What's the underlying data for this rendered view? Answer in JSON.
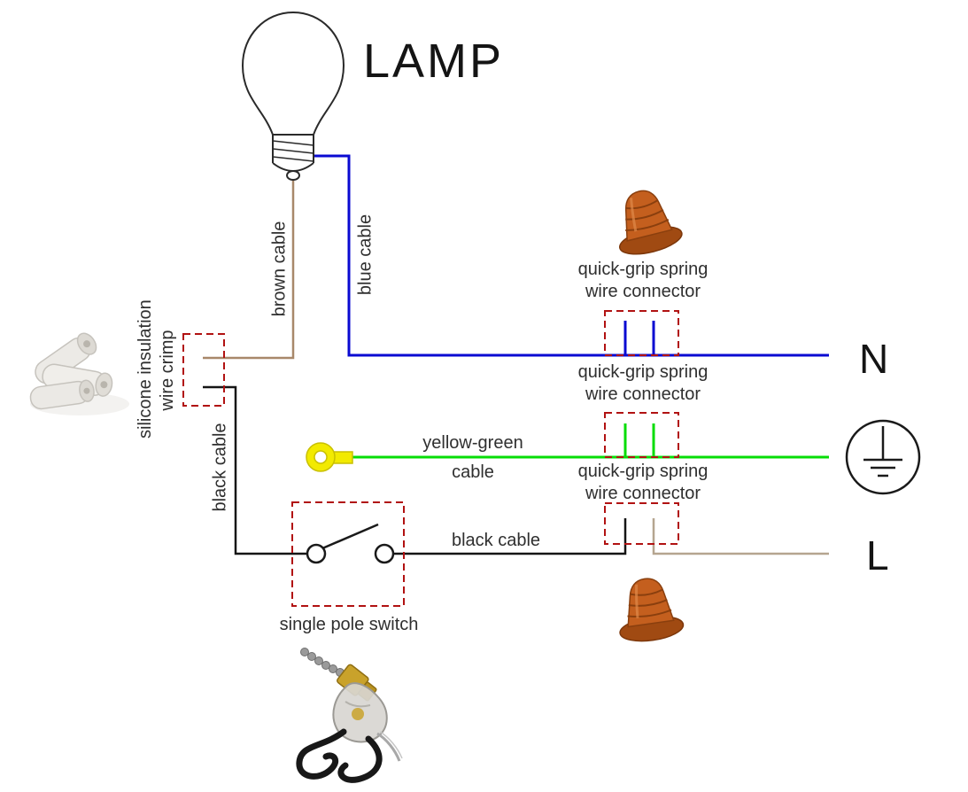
{
  "diagram": {
    "title": "LAMP",
    "terminal_n": "N",
    "terminal_l": "L",
    "cables": {
      "brown": "brown cable",
      "blue": "blue cable",
      "black_vertical": "black cable",
      "black_horizontal": "black cable",
      "yellow_green_line1": "yellow-green",
      "yellow_green_line2": "cable"
    },
    "crimp": {
      "line1": "silicone insulation",
      "line2": "wire crimp"
    },
    "connectors": [
      {
        "label": "quick-grip spring wire connector"
      },
      {
        "label": "quick-grip spring wire connector"
      },
      {
        "label": "quick-grip spring wire connector"
      }
    ],
    "switch_label": "single pole switch",
    "icons": {
      "lamp_bulb": "light-bulb-icon",
      "ground": "earth-ground-icon",
      "wire_nut_top": "wire-nut-icon",
      "wire_nut_bottom": "wire-nut-icon",
      "ring_terminal": "ring-terminal-icon",
      "switch_symbol": "single-pole-switch-symbol",
      "crimps_photo": "wire-crimps-photo",
      "pull_chain_switch_photo": "pull-chain-switch-photo"
    },
    "colors": {
      "blue_wire": "#0a0ad2",
      "brown_wire": "#a8886a",
      "black_wire": "#151515",
      "green_wire": "#07dd07",
      "tan_wire": "#b5a58f",
      "highlight_box": "#b11212",
      "wire_nut_orange": "#c45f1e",
      "ring_terminal_yellow": "#f2ea00"
    }
  }
}
